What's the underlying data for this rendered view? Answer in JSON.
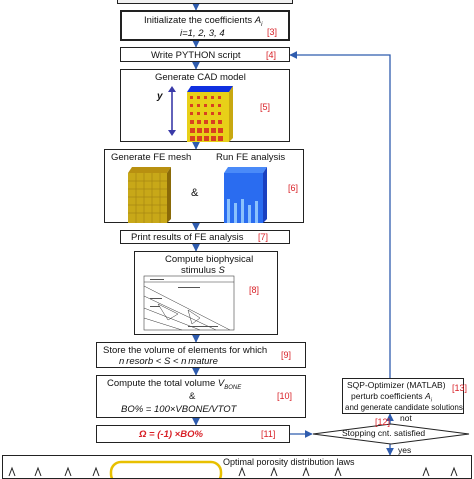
{
  "steps": {
    "init": {
      "line1": "Initializate the coefficients ",
      "sym": "A",
      "sub": "i",
      "line2": "i=1, 2, 3, 4",
      "ref": "[3]"
    },
    "python": {
      "label": "Write PYTHON script",
      "ref": "[4]"
    },
    "cad": {
      "label": "Generate CAD model",
      "axis": "y",
      "ref": "[5]"
    },
    "fe": {
      "mesh": "Generate FE mesh",
      "amp": "&",
      "analysis": "Run FE analysis",
      "ref": "[6]"
    },
    "print": {
      "label": "Print results of FE analysis",
      "ref": "[7]"
    },
    "stimulus": {
      "line1": "Compute biophysical",
      "line2_pre": "stimulus ",
      "line2_sym": "S",
      "ref": "[8]"
    },
    "store": {
      "line1": "Store the volume of elements for which",
      "line2": "n resorb < S < n mature",
      "ref": "[9]"
    },
    "volume": {
      "line1_pre": "Compute the total volume ",
      "line1_sym": "V",
      "line1_sub": "BONE",
      "amp": "&",
      "line3": "BO% = 100×VBONE/VTOT",
      "ref": "[10]"
    },
    "omega": {
      "label": "Ω = (-1) ×BO%",
      "ref": "[11]"
    },
    "sqp": {
      "line1": "SQP-Optimizer (MATLAB)",
      "line2_pre": "perturb coefficients ",
      "line2_sym": "A",
      "line2_sub": "i",
      "line3": "and generate candidate solutions",
      "ref": "[13]"
    },
    "stop": {
      "label": "Stopping cnt. satisfied",
      "ref": "[12]",
      "no": "not",
      "yes": "yes"
    }
  },
  "footer": {
    "label": "Optimal porosity distribution laws"
  },
  "colors": {
    "arrow": "#2f5cae",
    "bar_bg": "#f0f0f0",
    "reference": "#d81f26",
    "omega": "#d81f26",
    "block_yellow": "#e8d018",
    "block_red": "#d84020",
    "block_blue": "#1030e0",
    "fe_blue": "#2a6cf0",
    "footer_badge": "#e8c000"
  }
}
